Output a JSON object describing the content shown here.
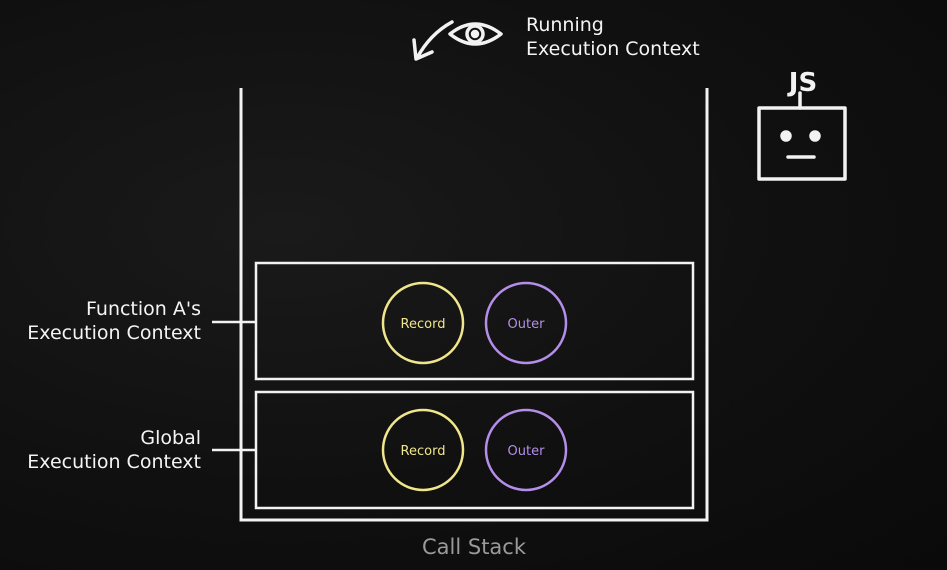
{
  "running_context": {
    "line1": "Running",
    "line2": "Execution Context"
  },
  "engine": {
    "badge": "JS"
  },
  "stack": {
    "label": "Call Stack",
    "frames": [
      {
        "title_line1": "Function A's",
        "title_line2": "Execution Context",
        "record": "Record",
        "outer": "Outer"
      },
      {
        "title_line1": "Global",
        "title_line2": "Execution Context",
        "record": "Record",
        "outer": "Outer"
      }
    ]
  },
  "colors": {
    "chalk": "#f2f2f2",
    "record": "#f0e68c",
    "outer": "#b48ee8",
    "muted": "#9a9a9a"
  }
}
